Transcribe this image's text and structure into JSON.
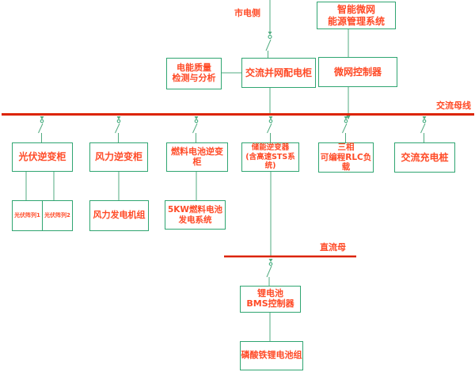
{
  "colors": {
    "box_border_green": "#2fa571",
    "wire_green": "#52ab80",
    "bus_red": "#dc2300",
    "text_orange": "#ff4a26",
    "background": "#ffffff"
  },
  "labels": {
    "grid_side": "市电侧",
    "ac_bus": "交流母线",
    "dc_bus": "直流母"
  },
  "nodes": {
    "ems": {
      "label": "智能微网\n能源管理系统"
    },
    "power_quality": {
      "label": "电能质量\n检测与分析"
    },
    "grid_cabinet": {
      "label": "交流并网配电柜"
    },
    "mg_controller": {
      "label": "微网控制器"
    },
    "pv_inverter": {
      "label": "光伏逆变柜"
    },
    "wind_inverter": {
      "label": "风力逆变柜"
    },
    "fc_inverter": {
      "label": "燃料电池逆变柜"
    },
    "ess_inverter": {
      "label": "储能逆变器\n(含高速STS系统)"
    },
    "rlc_load": {
      "label": "三相\n可编程RLC负载"
    },
    "ac_charger": {
      "label": "交流充电桩"
    },
    "pv_array_1": {
      "label": "光伏阵列1"
    },
    "pv_array_2": {
      "label": "光伏阵列2"
    },
    "wind_turbine": {
      "label": "风力发电机组"
    },
    "fc_system": {
      "label": "5KW燃料电池\n发电系统"
    },
    "bms": {
      "label": "锂电池\nBMS控制器"
    },
    "battery": {
      "label": "磷酸铁锂电池组"
    }
  }
}
